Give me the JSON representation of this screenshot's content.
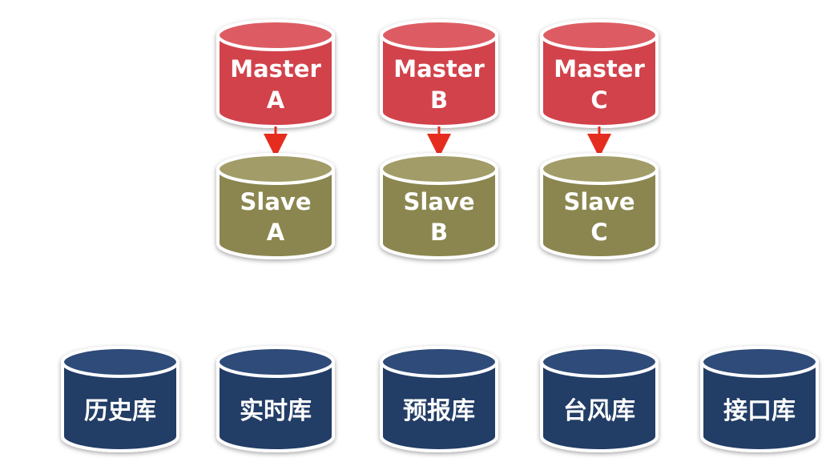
{
  "colors": {
    "master": "#d2434c",
    "master_top": "#dd5c63",
    "slave": "#8b8650",
    "slave_top": "#a29d68",
    "db": "#213c66",
    "db_top": "#2f4c79",
    "arrow": "#e52d1f",
    "outline": "#ffffff"
  },
  "masters": [
    {
      "line1": "Master",
      "line2": "A"
    },
    {
      "line1": "Master",
      "line2": "B"
    },
    {
      "line1": "Master",
      "line2": "C"
    }
  ],
  "slaves": [
    {
      "line1": "Slave",
      "line2": "A"
    },
    {
      "line1": "Slave",
      "line2": "B"
    },
    {
      "line1": "Slave",
      "line2": "C"
    }
  ],
  "databases": [
    {
      "label": "历史库"
    },
    {
      "label": "实时库"
    },
    {
      "label": "预报库"
    },
    {
      "label": "台风库"
    },
    {
      "label": "接口库"
    }
  ]
}
